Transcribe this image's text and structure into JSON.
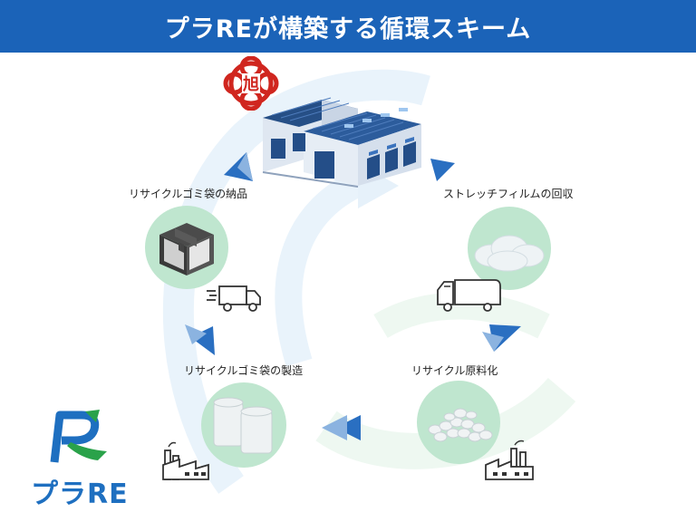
{
  "header": {
    "title": "プラREが構築する循環スキーム"
  },
  "steps": {
    "delivery": "リサイクルゴミ袋の納品",
    "collection": "ストレッチフィルムの回収",
    "manufacture": "リサイクルゴミ袋の製造",
    "raw_material": "リサイクル原料化"
  },
  "logo": {
    "text": "プラRE"
  },
  "colors": {
    "header_bg": "#1b63b8",
    "node_fill": "#bfe6cf",
    "arrow": "#2a6fc1",
    "seal": "#d0261f",
    "logo_blue": "#1e6fc0",
    "logo_green": "#2aa24a"
  }
}
